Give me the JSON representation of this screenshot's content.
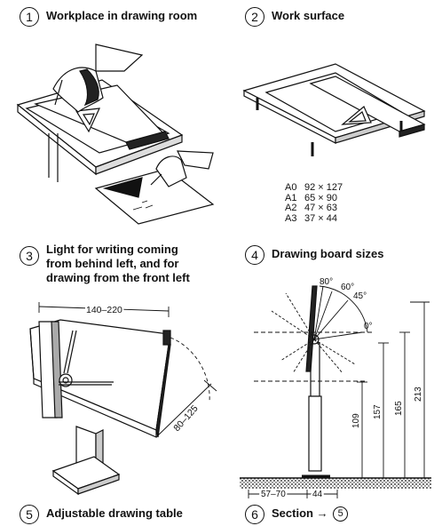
{
  "captions": {
    "c1": {
      "num": "1",
      "text": "Workplace in drawing room"
    },
    "c2": {
      "num": "2",
      "text": "Work surface"
    },
    "c3": {
      "num": "3",
      "lines": [
        "Light for writing coming",
        "from behind left, and for",
        "drawing from the front left"
      ]
    },
    "c4": {
      "num": "4",
      "text": "Drawing board sizes"
    },
    "c5": {
      "num": "5",
      "text": "Adjustable drawing table"
    },
    "c6": {
      "num": "6",
      "text": "Section →",
      "ref": "5"
    }
  },
  "board_sizes": [
    {
      "size": "A0",
      "dims": "92 × 127"
    },
    {
      "size": "A1",
      "dims": "65 × 90"
    },
    {
      "size": "A2",
      "dims": "47 × 63"
    },
    {
      "size": "A3",
      "dims": "37 × 44"
    }
  ],
  "table_dims": {
    "width": "140–220",
    "depth": "80–125"
  },
  "section": {
    "angles": [
      "80°",
      "60°",
      "45°",
      "0°"
    ],
    "heights": [
      "109",
      "157",
      "165",
      "213"
    ],
    "base": [
      "57–70",
      "44"
    ]
  }
}
